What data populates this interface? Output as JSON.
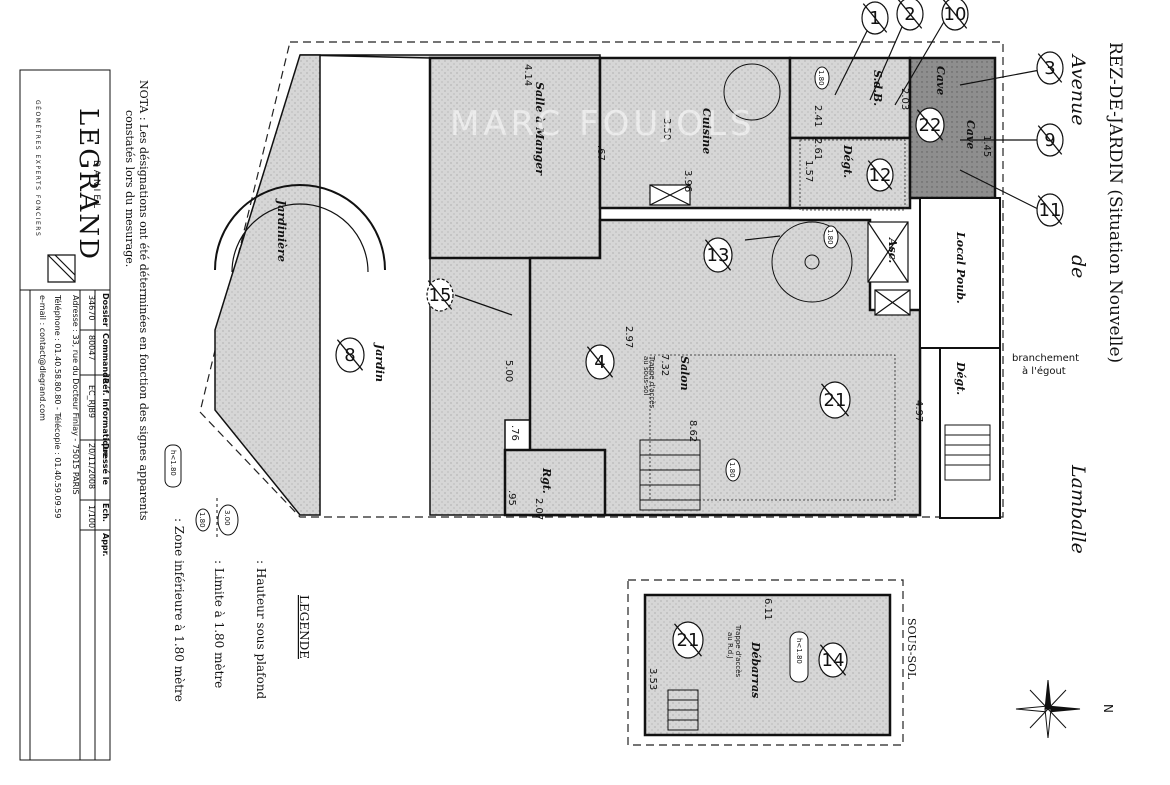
{
  "header": {
    "level": "REZ-DE-JARDIN (Situation Nouvelle)",
    "street_1": "Avenue",
    "street_2": "de",
    "street_3": "Lamballe"
  },
  "rooms": {
    "cave_1": "Cave",
    "cave_2": "Cave",
    "sdb": "S.d.B.",
    "cuisine": "Cuisine",
    "degt_1": "Dégt.",
    "salle_manger": "Salle à Manger",
    "local_poub": "Local Poub.",
    "asc": "Asc.",
    "degt_2": "Dégt.",
    "salon": "Salon",
    "jardin": "Jardin",
    "jardiniere": "Jardinière",
    "rgt": "Rgt.",
    "debarras": "Débarras",
    "sous_sol": "SOUS-SOL"
  },
  "dimensions": {
    "d_4_14": "4.14",
    "d_67": ".67",
    "d_3_50": "3.50",
    "d_3_96": "3.96",
    "d_2_41": "2.41",
    "d_2_61": "2.61",
    "d_1_57": "1.57",
    "d_2_03": "2.03",
    "d_1_45": "1.45",
    "d_5_00": "5.00",
    "d_2_97": "2.97",
    "d_7_32": "7.32",
    "d_8_62": "8.62",
    "d_4_97": "4.97",
    "d_76": ".76",
    "d_95": ".95",
    "d_2_07": "2.07",
    "d_6_11": "6.11",
    "d_3_53": "3.53",
    "h_180": "1.80"
  },
  "markers": [
    "1",
    "2",
    "10",
    "3",
    "22",
    "9",
    "11",
    "12",
    "13",
    "15",
    "8",
    "4",
    "21",
    "21",
    "14"
  ],
  "annotations": {
    "branchement_1": "branchement",
    "branchement_2": "à l'égout",
    "trappe_1_a": "Trappe d'accès",
    "trappe_1_b": "au sous-sol",
    "trappe_2_a": "Trappe d'accès",
    "trappe_2_b": "au R.d.J",
    "zone_mark": "h<1.80",
    "north": "N",
    "watermark": "MARC FOUJOLS"
  },
  "legend": {
    "title": "LEGENDE",
    "hauteur_sym": "3.00",
    "hauteur": ": Hauteur sous plafond",
    "limite_sym": "1.80",
    "limite": ": Limite à 1.80 mètre",
    "zone_sym": "h<1.80",
    "zone": ": Zone inférieure à 1.80 mètre"
  },
  "note": {
    "line_1": "NOTA : Les désignations ont été déterminées en fonction des signes apparents",
    "line_2": "constatés lors du mesurage."
  },
  "company": {
    "first_name": "DANIEL",
    "last_name": "LEGRAND",
    "tagline": "GÉOMÈTRES EXPERTS FONCIERS"
  },
  "title_block": {
    "headers": [
      "Dossier",
      "Commande",
      "Réf. Informatique",
      "Dressé le",
      "Ech.",
      "Appr."
    ],
    "values": [
      "34670",
      "80047",
      "EC_RJB9",
      "20/11/2008",
      "1/100",
      ""
    ],
    "address": "Adresse : 33, rue du Docteur Finlay - 75015 PARIS",
    "phone": "Téléphone : 01.40.58.80.80 - Télécopie : 01.40.59.09.59",
    "email": "e-mail : contact@dlegrand.com"
  }
}
